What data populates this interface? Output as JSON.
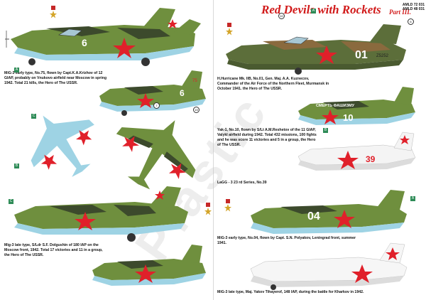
{
  "title": "Red Devils with Rockets",
  "part": "Part III.",
  "refs": [
    "AMLD 72 031",
    "AMLD 48 031"
  ],
  "watermark": "Plastic",
  "captions": [
    "MiG-3 early type, No.75, flown by Capt.K.A.Krizhov of 12 GIAP, probably on Vnukovo airfield near Moscow in spring 1942. Total 21 kills, the Hero of The USSR.",
    "Mig-3 late type, S/Ldr S.F. Dolgushin of 180 IAP on the Moscow front, 1942. Total 17 victories and 11 in a group, the Hero of The USSR.",
    "H.Hurricane Mk. IIB, No.01, Gen. Maj. A.A. Kuznecov, Commander of the Air Force of the Northern Fleet, Murmansk in October 1941. the Hero of The USSR.",
    "Yak-1, No.10, flown by S/Lt A.M.Reshetov of the 11 GIAP, Valykl airfield during 1942. Total 432 missions, 100 fights and he was score 11 victories and 5 in a group, the Hero of The USSR.",
    "LaGG - 3  23 rd Series, No.39",
    "MiG-3 early type, No.04, flown by Capt. S.N. Polyakov, Leningrad front, summer 1941.",
    "MiG-3 late type, Maj. Yakov Tihayerof, 148 IAP, during the battle for Kharkov in 1942."
  ],
  "markings": {
    "mig_75": "6",
    "mig_75_side": "75",
    "hurricane_01": "01",
    "hurricane_serial": "Z5252",
    "yak_10": "10",
    "yak_slogan": "СМЕРТЬ ФАШИЗМУ",
    "lagg_39": "39",
    "mig_04": "04"
  },
  "colors": {
    "title_red": "#d11a1a",
    "soviet_green": "#6f8f3e",
    "soviet_dark": "#3c4a2c",
    "underside_blue": "#9ed3e4",
    "star_red": "#e0202a",
    "hurricane_green": "#5c6e3a",
    "hurricane_brown": "#8a6a3e"
  }
}
